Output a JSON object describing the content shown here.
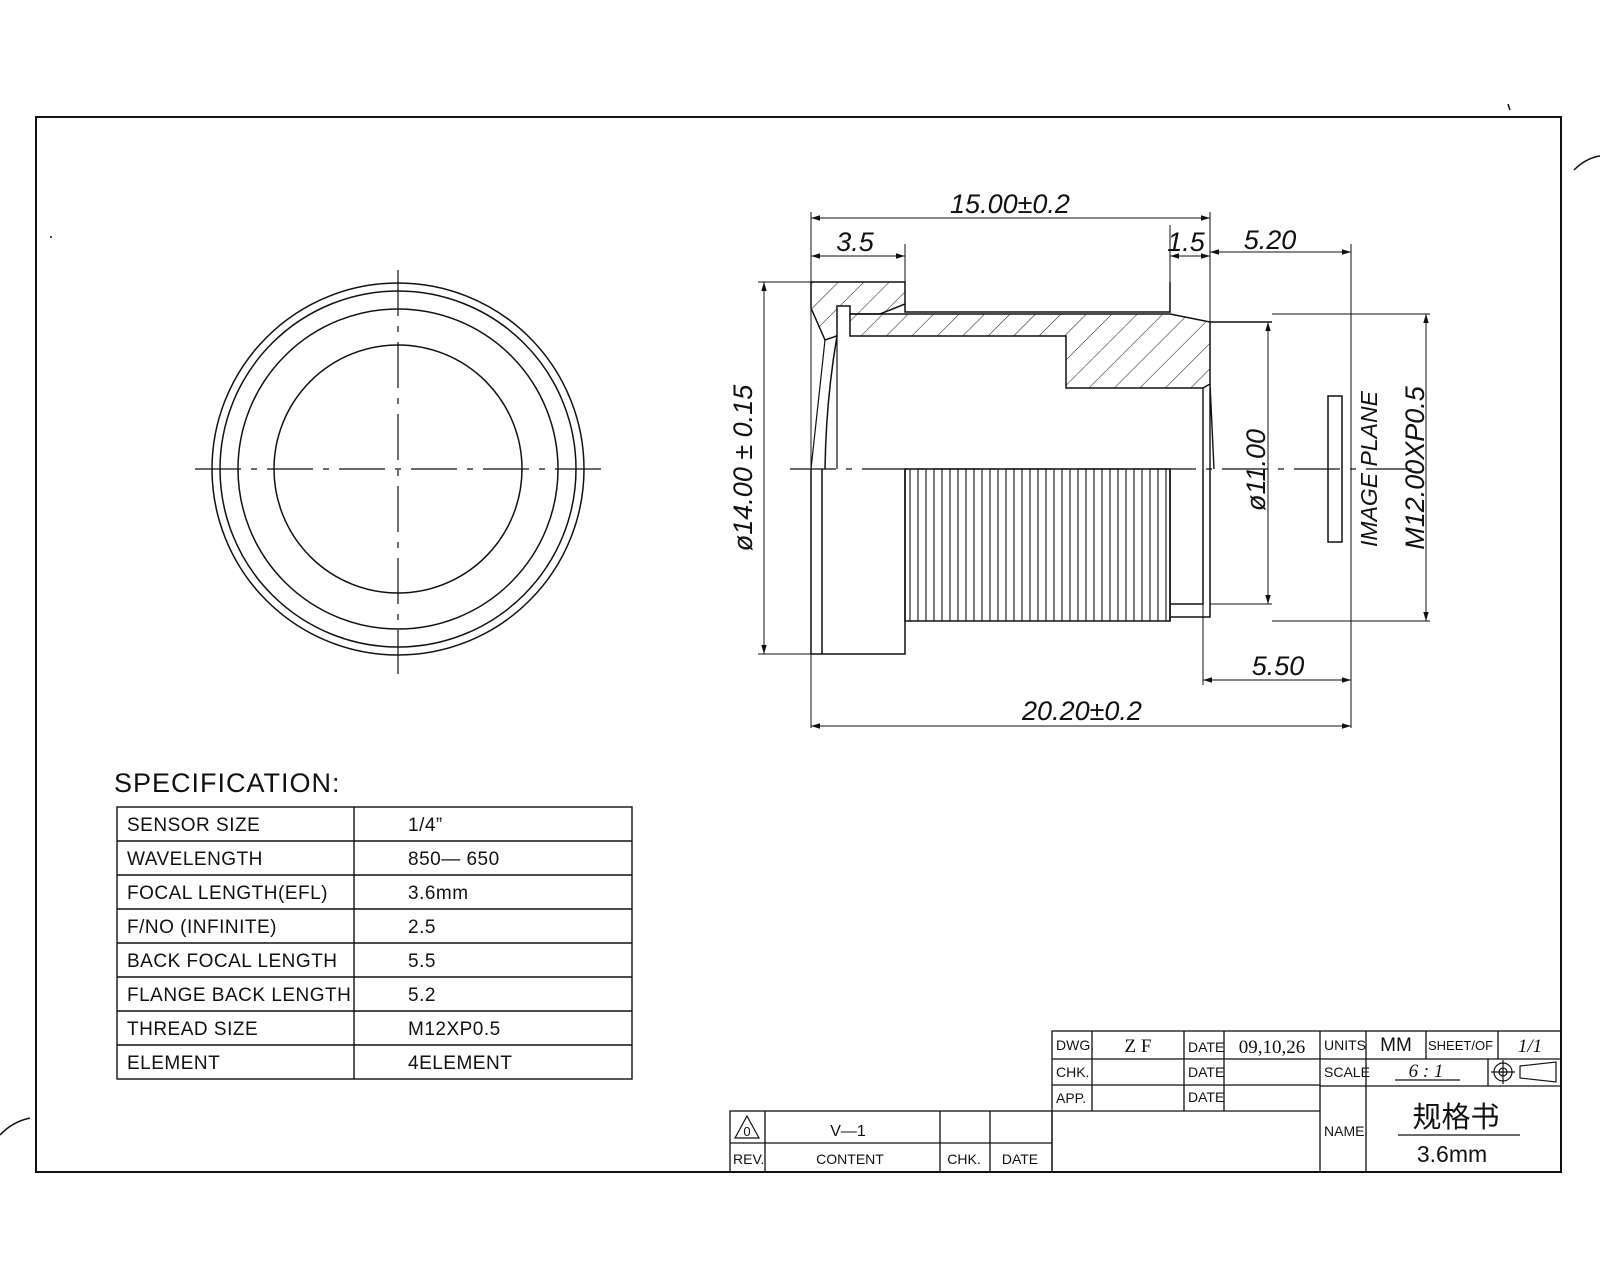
{
  "dimensions": {
    "overall_top": "15.00±0.2",
    "front_flange": "3.5",
    "step": "1.5",
    "flange_back": "5.20",
    "diameter_outer": "ø14.00 ± 0.15",
    "diameter_inner": "ø11.00",
    "thread": "M12.00XP0.5",
    "image_plane": "IMAGE PLANE",
    "back_focal": "5.50",
    "overall_total": "20.20±0.2"
  },
  "specification": {
    "heading": "SPECIFICATION:",
    "rows": [
      {
        "label": "SENSOR SIZE",
        "value": "1/4”"
      },
      {
        "label": "WAVELENGTH",
        "value": "850— 650"
      },
      {
        "label": "FOCAL LENGTH(EFL)",
        "value": "3.6mm"
      },
      {
        "label": "F/NO (INFINITE)",
        "value": "2.5"
      },
      {
        "label": "BACK FOCAL LENGTH",
        "value": "5.5"
      },
      {
        "label": "FLANGE BACK LENGTH",
        "value": "5.2"
      },
      {
        "label": "THREAD SIZE",
        "value": "M12XP0.5"
      },
      {
        "label": "ELEMENT",
        "value": "4ELEMENT"
      }
    ]
  },
  "title_block": {
    "dwg_label": "DWG.",
    "dwg_value": "Z F",
    "date_label": "DATE",
    "date_value": "09,10,26",
    "chk_label": "CHK.",
    "app_label": "APP.",
    "units_label": "UNITS",
    "units_value": "MM",
    "sheet_label": "SHEET/OF",
    "sheet_value": "1/1",
    "scale_label": "SCALE",
    "scale_value": "6 : 1",
    "name_label": "NAME",
    "name_value": "规格书",
    "name_sub": "3.6mm"
  },
  "revision_block": {
    "rev_symbol": "0",
    "rev_label": "REV.",
    "content_label": "CONTENT",
    "content_value": "V—1",
    "chk_label": "CHK.",
    "date_label": "DATE"
  }
}
